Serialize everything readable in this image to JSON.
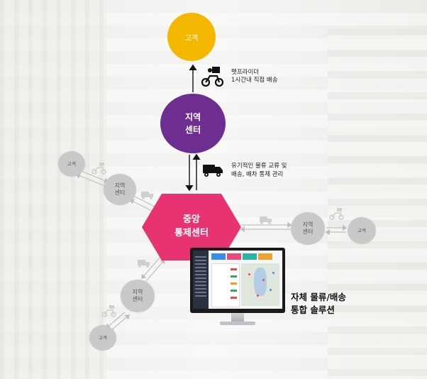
{
  "nodes": {
    "customer_top": "고객",
    "regional_center": "지역\n센터",
    "central_center": "중앙\n통제센터",
    "customer_left": "고객",
    "regional_left": "지역\n센터",
    "regional_right": "지역\n센터",
    "customer_right": "고객",
    "regional_bottom": "지역\n센터",
    "customer_bottom": "고객"
  },
  "labels": {
    "delivery_rider": "펫프라이더\n1시간내 직접 배송",
    "logistics": "유기적인 물류 교류 및\n배송, 배차 통제 관리",
    "solution": "자체 물류/배송\n통합 솔루션"
  },
  "colors": {
    "customer_top": "#f5b800",
    "regional_center": "#6e2d91",
    "central_center": "#e83373",
    "gray_node": "#c9c9c9"
  },
  "icons": [
    "scooter-icon",
    "truck-icon",
    "monitor-icon"
  ]
}
